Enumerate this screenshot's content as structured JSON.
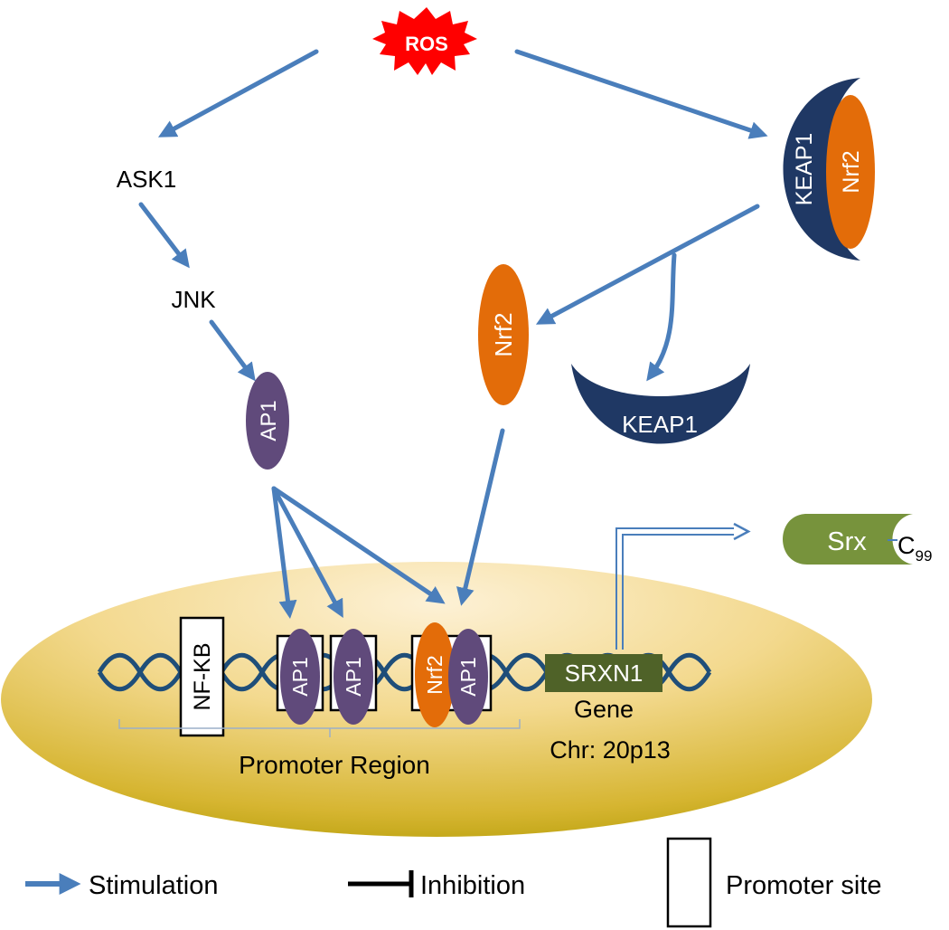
{
  "nodes": {
    "ros": "ROS",
    "ask1": "ASK1",
    "jnk": "JNK",
    "ap1_free": "AP1",
    "nrf2_free": "Nrf2",
    "keap1_complex": "KEAP1",
    "nrf2_complex": "Nrf2",
    "keap1_free": "KEAP1",
    "srx": "Srx",
    "cys_residue": "C",
    "cys_number": "99"
  },
  "nucleus": {
    "nfkb_site": "NF-KB",
    "ap1_site_1": "AP1",
    "ap1_site_2": "AP1",
    "nrf2_site": "Nrf2",
    "ap1_site_3": "AP1",
    "gene_name": "SRXN1",
    "gene_label": "Gene",
    "chromosome": "Chr: 20p13",
    "promoter_region": "Promoter Region"
  },
  "legend": {
    "stimulation": "Stimulation",
    "inhibition": "Inhibition",
    "promoter_site": "Promoter site"
  },
  "colors": {
    "arrow": "#4a7ebb",
    "ros": "#ff0000",
    "nrf2": "#e36c09",
    "ap1": "#604a7b",
    "keap1": "#1f3864",
    "srx": "#77933c",
    "srxn1": "#4f6228"
  }
}
